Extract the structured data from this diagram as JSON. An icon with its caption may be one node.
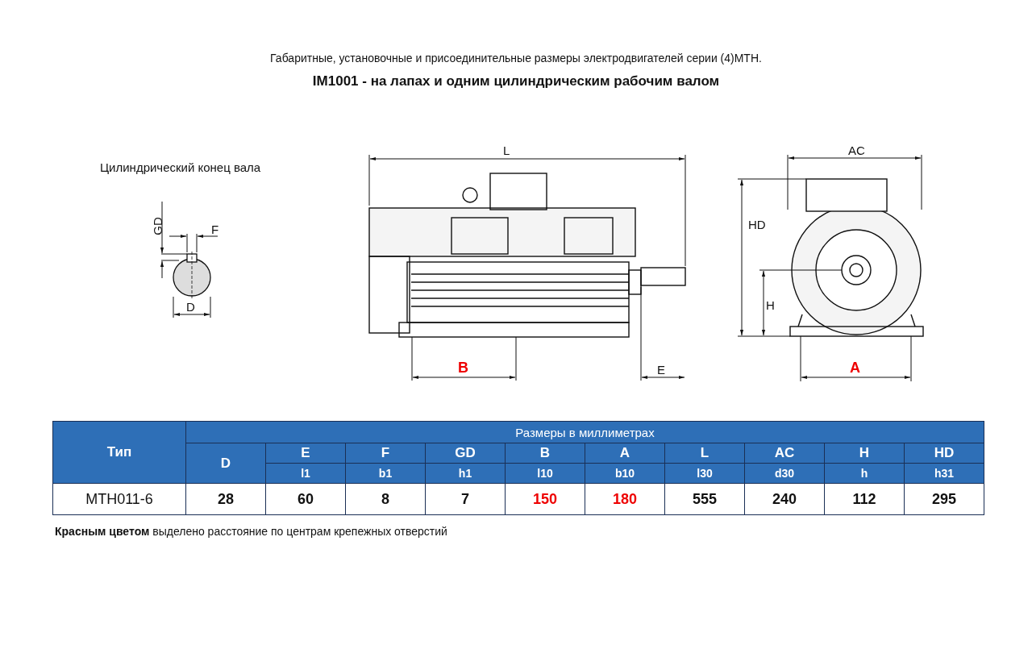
{
  "diagram": {
    "title": "Габаритные, установочные и присоединительные размеры электродвигателей серии (4)MTH.",
    "labels": [
      "IM1001 - на лапах и одним цилиндрическим рабочим валом",
      "Цилиндрический конец вала",
      "GD",
      "F",
      "D",
      "L",
      "B",
      "E",
      "AC",
      "HD",
      "H",
      "A",
      "Тип",
      "Размеры в миллиметрах",
      "D",
      "E",
      "l1",
      "F",
      "b1",
      "GD",
      "h1",
      "B",
      "l10",
      "A",
      "b10",
      "L",
      "l30",
      "AC",
      "d30",
      "H",
      "h",
      "HD",
      "h31",
      "MTH011-6",
      "28",
      "60",
      "8",
      "7",
      "150",
      "180",
      "555",
      "240",
      "112",
      "295",
      "**Красным цветом** выделено расстояние по центрам крепежных отверстий"
    ]
  }
}
